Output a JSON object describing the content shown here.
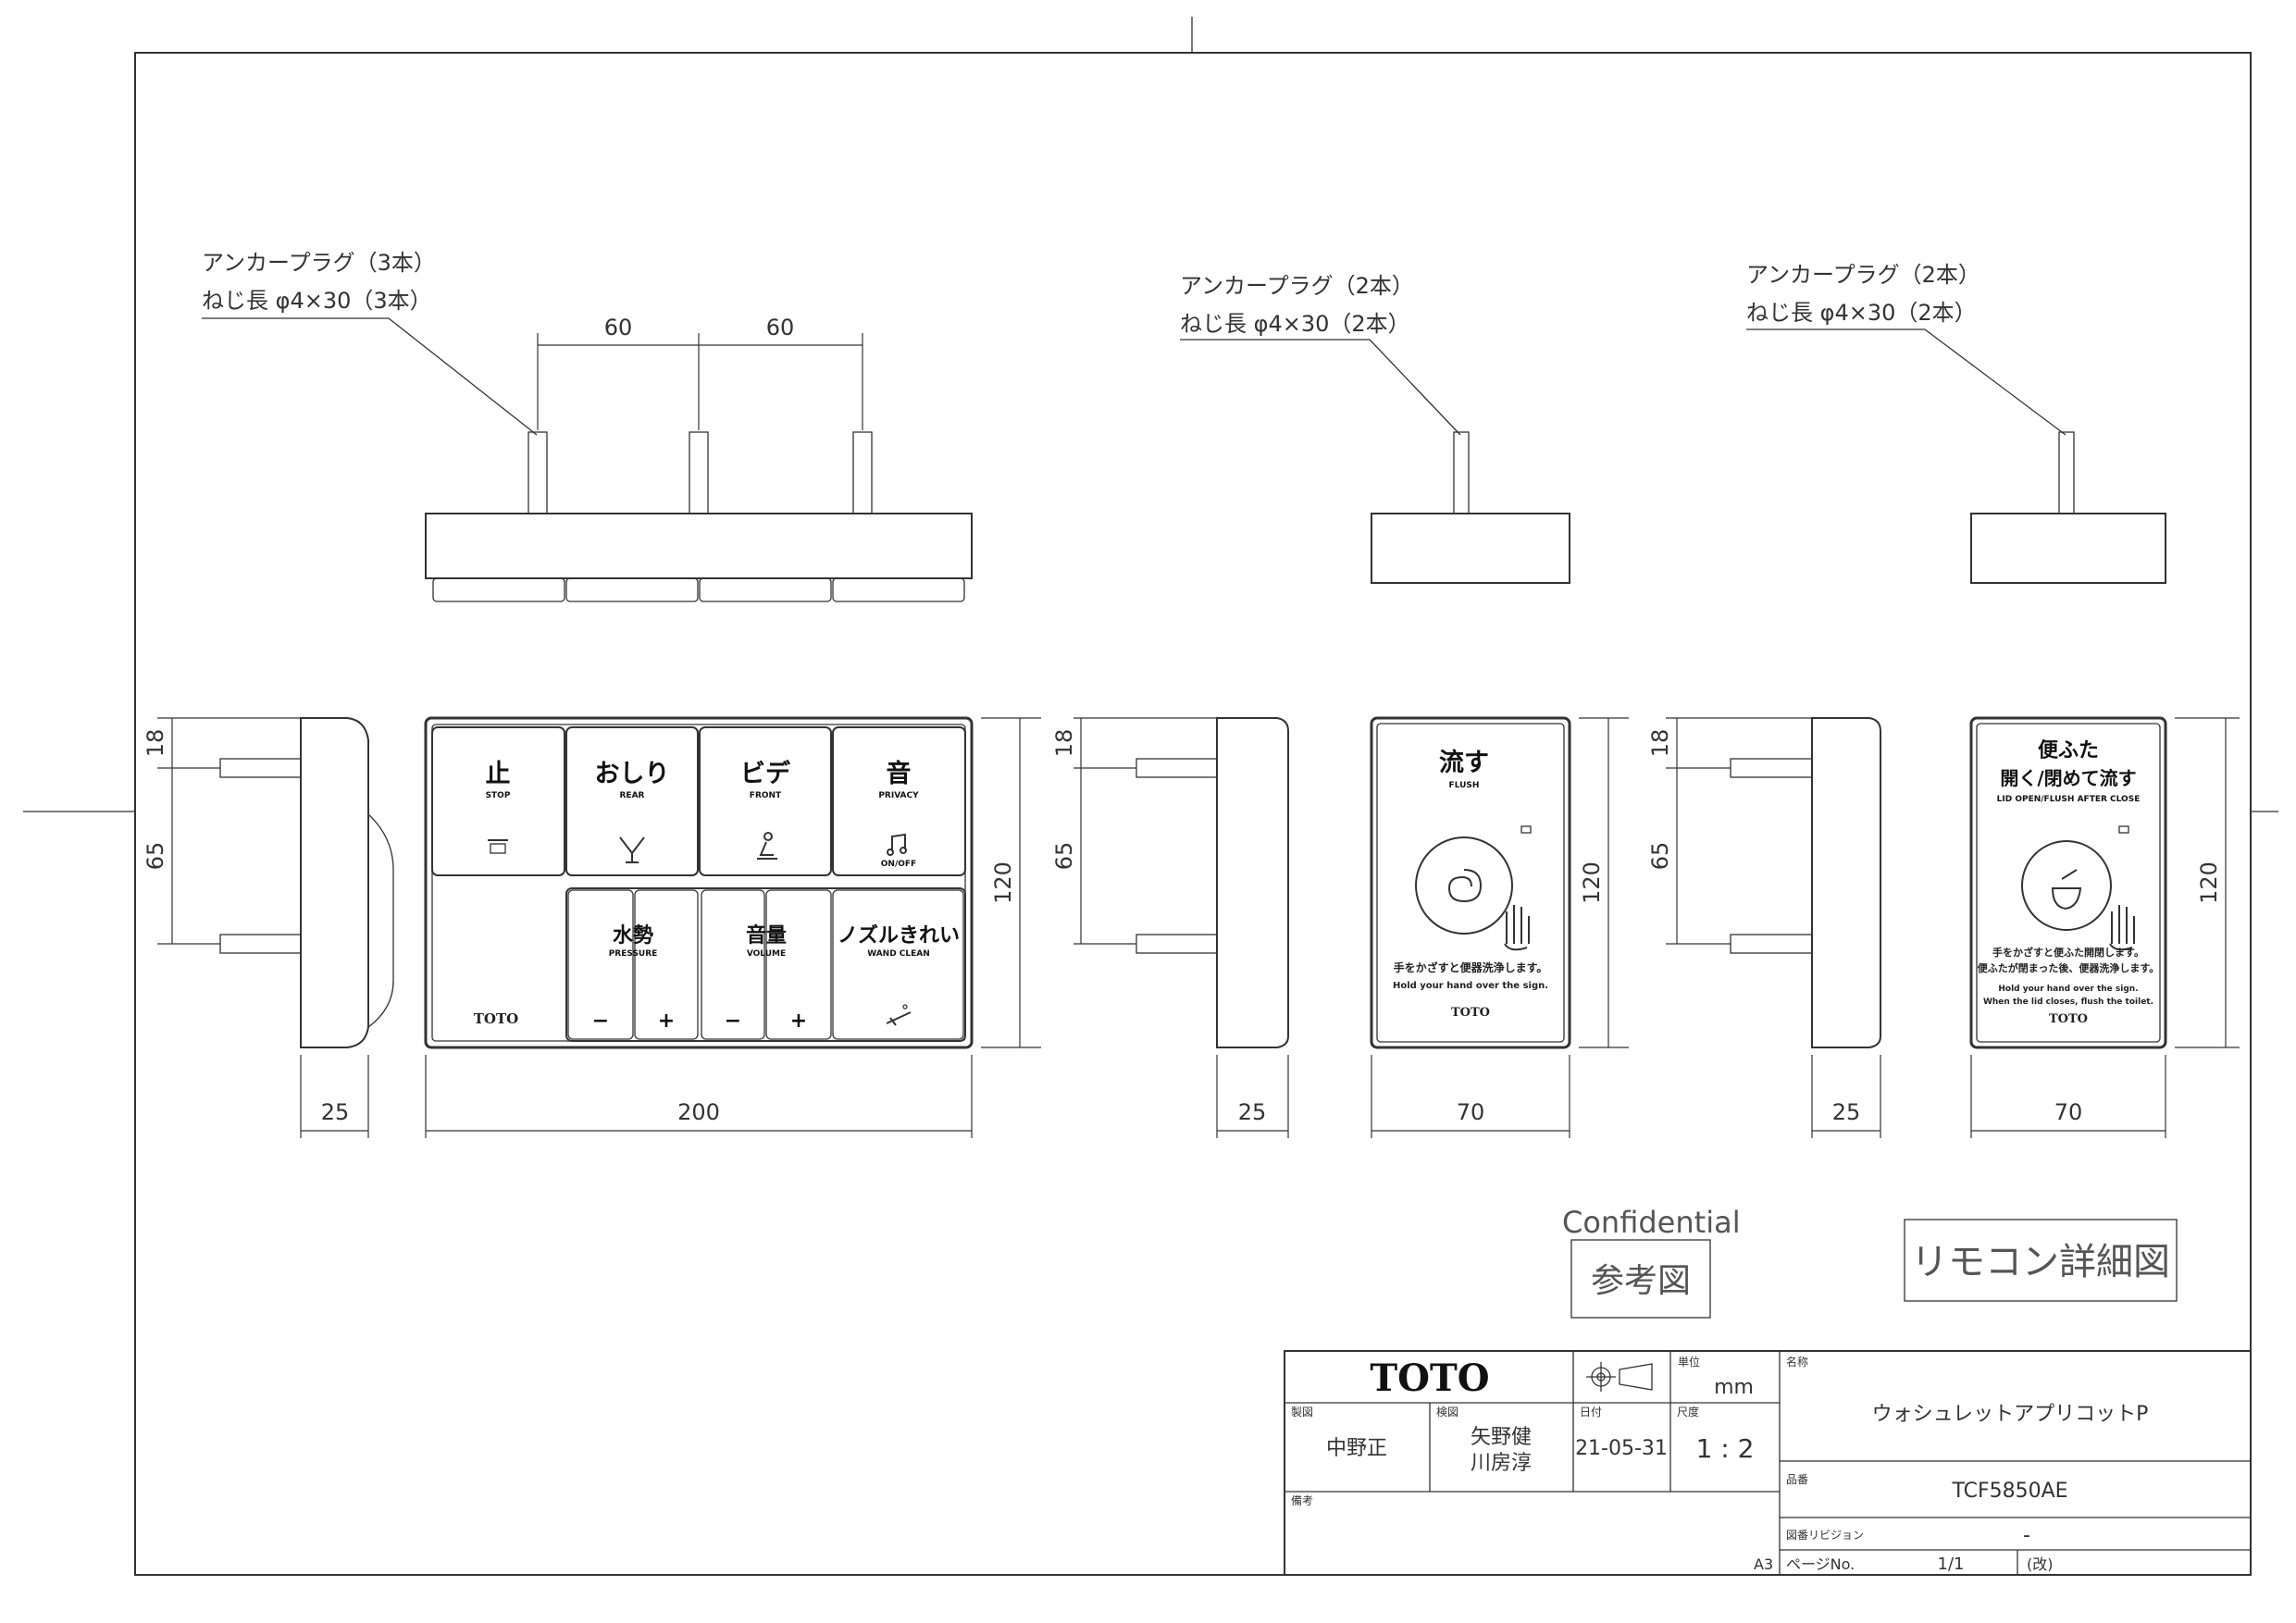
{
  "callouts": {
    "left": {
      "line1": "アンカープラグ（3本）",
      "line2": "ねじ長 φ4×30（3本）"
    },
    "middle": {
      "line1": "アンカープラグ（2本）",
      "line2": "ねじ長 φ4×30（2本）"
    },
    "right": {
      "line1": "アンカープラグ（2本）",
      "line2": "ねじ長 φ4×30（2本）"
    }
  },
  "dimensions": {
    "pitch1": "60",
    "pitch2": "60",
    "side_top": "18",
    "side_mid": "65",
    "depth": "25",
    "main_width": "200",
    "height": "120",
    "small_width": "70"
  },
  "main_remote": {
    "buttons": [
      {
        "jp": "止",
        "en": "STOP"
      },
      {
        "jp": "おしり",
        "en": "REAR"
      },
      {
        "jp": "ビデ",
        "en": "FRONT"
      },
      {
        "jp": "音",
        "en": "PRIVACY",
        "sub": "ON/OFF"
      }
    ],
    "lower_buttons": [
      {
        "jp": "水勢",
        "en": "PRESSURE"
      },
      {
        "jp": "音量",
        "en": "VOLUME"
      },
      {
        "jp": "ノズルきれい",
        "en": "WAND CLEAN"
      }
    ],
    "minus": "−",
    "plus": "+",
    "brand": "TOTO"
  },
  "flush_remote": {
    "title": "流す",
    "sub": "FLUSH",
    "jp_instruction": "手をかざすと便器洗浄します。",
    "en_instruction": "Hold your hand over the sign.",
    "brand": "TOTO"
  },
  "lid_remote": {
    "title1": "便ふた",
    "title2": "開く/閉めて流す",
    "sub": "LID OPEN/FLUSH AFTER CLOSE",
    "jp_instruction1": "手をかざすと便ふた開閉します。",
    "jp_instruction2": "便ふたが閉まった後、便器洗浄します。",
    "en_instruction1": "Hold your hand over the sign.",
    "en_instruction2": "When the lid closes, flush the toilet.",
    "brand": "TOTO"
  },
  "stamps": {
    "confidential": "Confidential",
    "reference": "参考図",
    "title_box": "リモコン詳細図"
  },
  "title_block": {
    "logo": "TOTO",
    "unit_label": "単位",
    "unit": "mm",
    "name_label": "名称",
    "name": "ウォシュレットアプリコットP",
    "drawn_label": "製図",
    "drawn_by": "中野正",
    "checked_label": "検図",
    "checked_by_1": "矢野健",
    "checked_by_2": "川房淳",
    "date_label": "日付",
    "date": "21-05-31",
    "scale_label": "尺度",
    "scale": "1 : 2",
    "part_label": "品番",
    "part": "TCF5850AE",
    "notes_label": "備考",
    "revision_label": "図番リビジョン",
    "revision": "-",
    "paper": "A3",
    "page_label": "ページNo.",
    "page": "1/1",
    "page_note": "(改)"
  },
  "colors": {
    "line": "#333333",
    "text": "#222222",
    "background": "#ffffff"
  }
}
